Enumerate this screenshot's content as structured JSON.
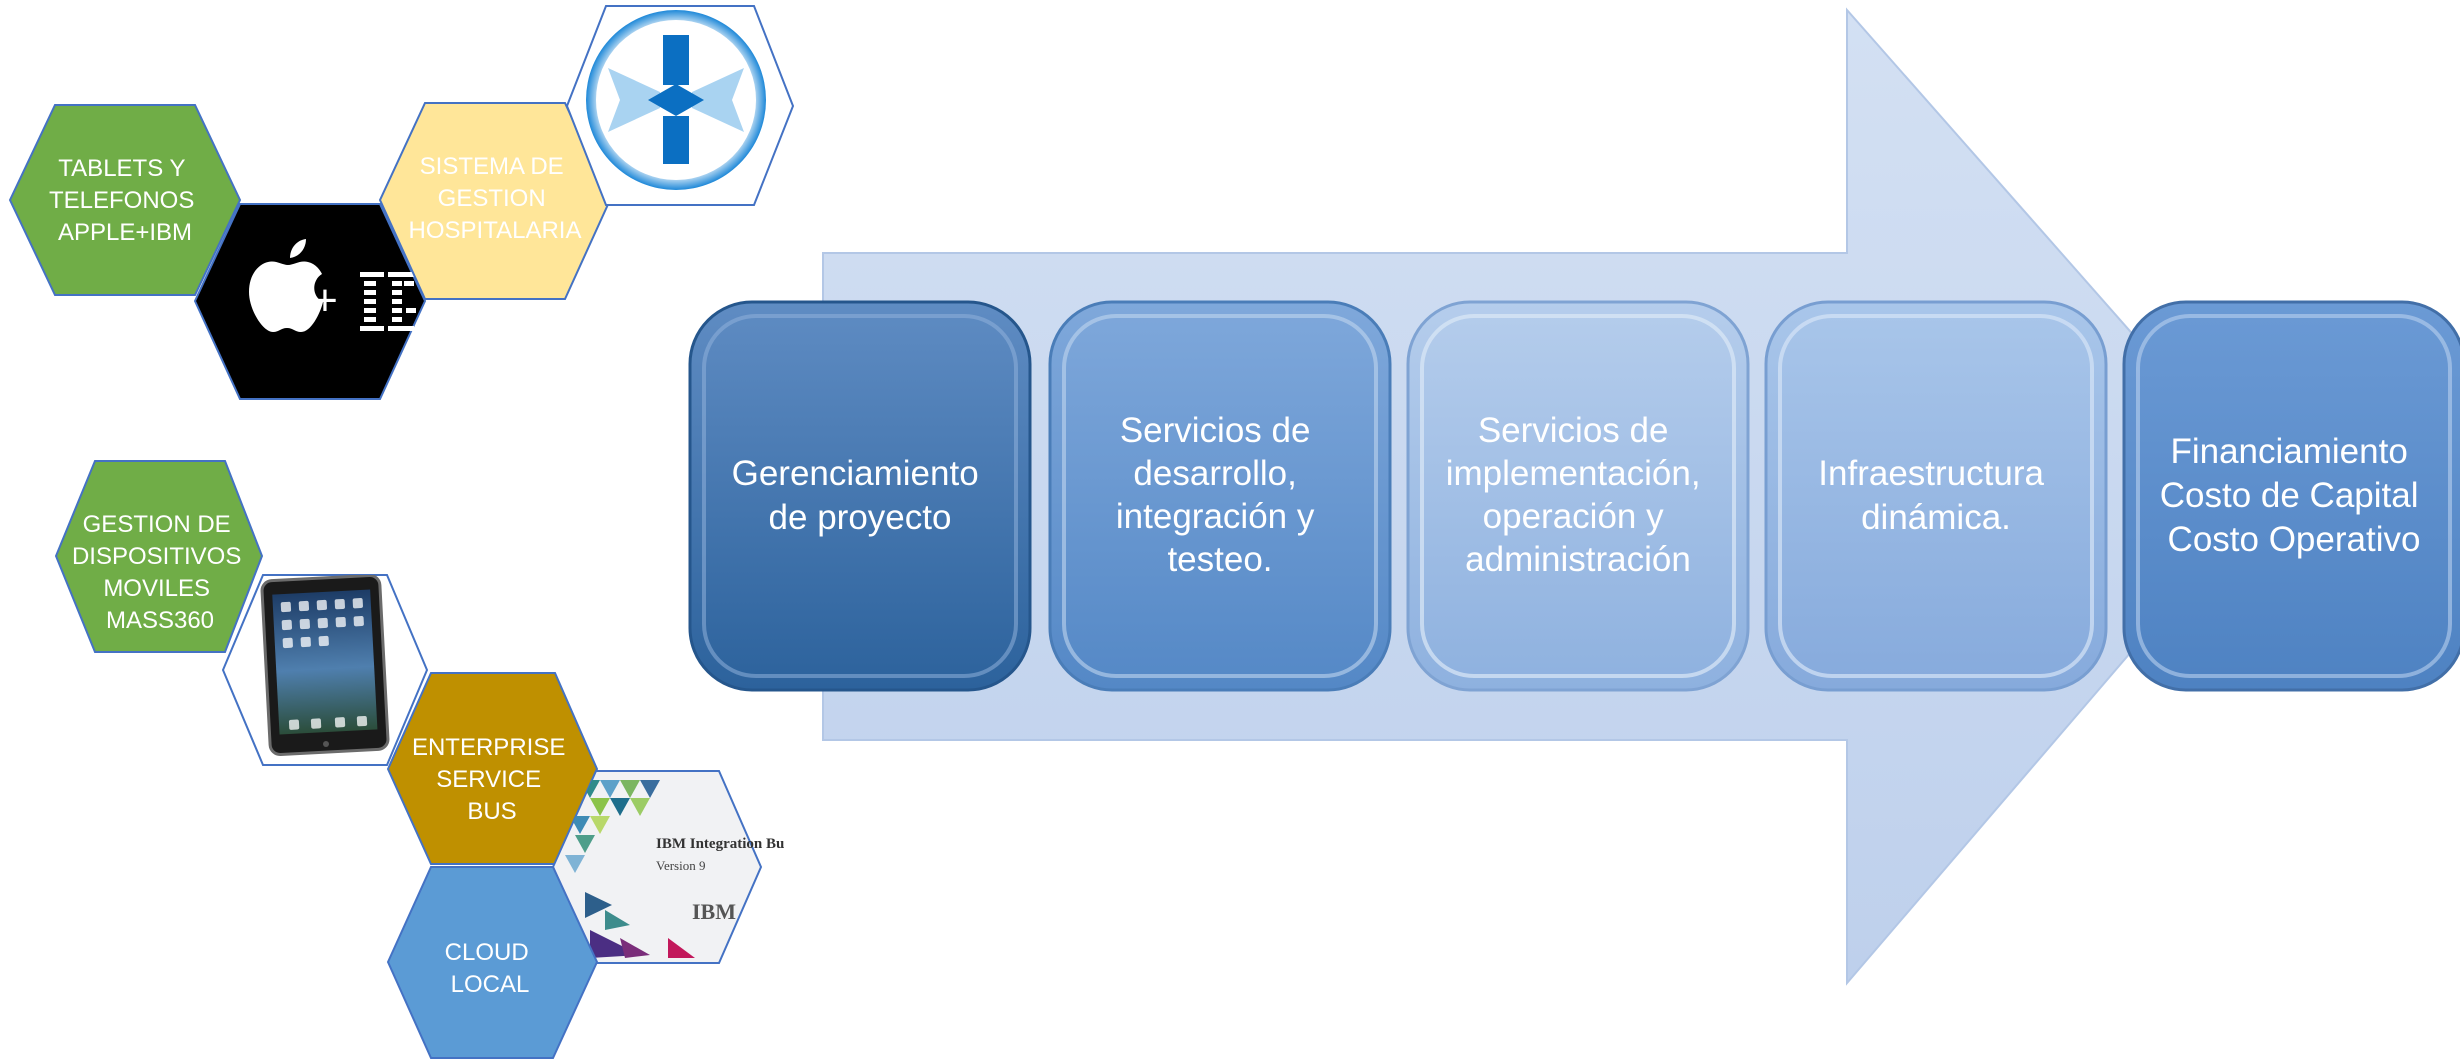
{
  "colors": {
    "hex_green": "#70AD47",
    "hex_yellow": "#FFE699",
    "hex_gold": "#BF9000",
    "hex_blue": "#5B9BD5",
    "hex_black": "#000000",
    "hex_white": "#ffffff",
    "hex_border": "#4472C4",
    "arrow_fill": "#C9D8EF",
    "box_dark": "#2F6BA6",
    "box_mid": "#5C8FCB",
    "box_light": "#98B8E3",
    "text_white": "#FFFFFF"
  },
  "hexagons": {
    "tablets": {
      "line1": "TABLETS Y",
      "line2": "TELEFONOS",
      "line3": "APPLE+IBM"
    },
    "apple_ibm": {
      "plus": "+"
    },
    "hospital": {
      "line1": "SISTEMA DE",
      "line2": "GESTION",
      "line3": "HOSPITALARIA"
    },
    "mdm": {
      "line1": "GESTION DE",
      "line2": "DISPOSITIVOS",
      "line3": "MOVILES",
      "line4": "MASS360"
    },
    "esb": {
      "line1": "ENTERPRISE",
      "line2": "SERVICE",
      "line3": "BUS"
    },
    "ibm_integration": {
      "title": "IBM Integration Bu",
      "version": "Version 9",
      "brand": "IBM"
    },
    "cloud": {
      "line1": "CLOUD",
      "line2": "LOCAL"
    }
  },
  "process_steps": [
    {
      "lines": [
        "Gerenciamiento",
        "de proyecto"
      ]
    },
    {
      "lines": [
        "Servicios de",
        "desarrollo,",
        "integración y",
        "testeo."
      ]
    },
    {
      "lines": [
        "Servicios de",
        "implementación,",
        "operación y",
        "administración"
      ]
    },
    {
      "lines": [
        "Infraestructura",
        "dinámica."
      ]
    },
    {
      "lines": [
        "Financiamiento",
        "Costo de Capital",
        "Costo Operativo"
      ]
    }
  ]
}
